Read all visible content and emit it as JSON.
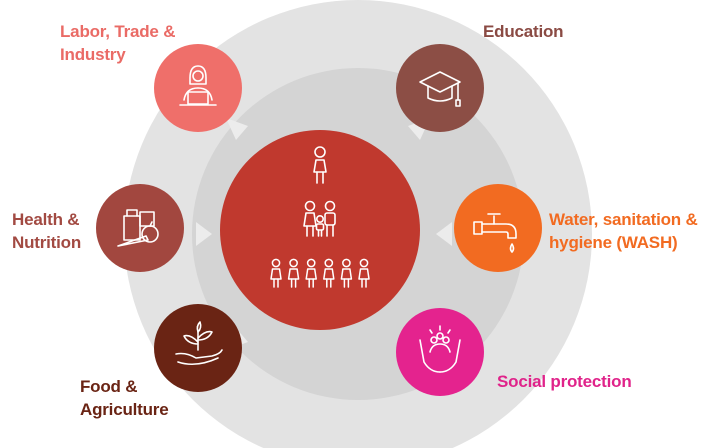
{
  "sectors": {
    "labor": {
      "label": "Labor, Trade &\nIndustry",
      "icon": "person-at-laptop-icon",
      "color": "#ef6f6a",
      "text_color": "#ea6b66"
    },
    "education": {
      "label": "Education",
      "icon": "graduation-cap-icon",
      "color": "#8c4e45",
      "text_color": "#8a4a43"
    },
    "health": {
      "label": "Health &\nNutrition",
      "icon": "food-groceries-icon",
      "color": "#a2473f",
      "text_color": "#a24a42"
    },
    "water": {
      "label": "Water, sanitation &\nhygiene (WASH)",
      "icon": "water-tap-icon",
      "color": "#f26b21",
      "text_color": "#f26b21"
    },
    "food": {
      "label": "Food &\nAgriculture",
      "icon": "seedling-in-hand-icon",
      "color": "#6a2414",
      "text_color": "#6a2414"
    },
    "social": {
      "label": "Social protection",
      "icon": "protective-hands-icon",
      "color": "#e4238e",
      "text_color": "#e0238a"
    }
  },
  "center": {
    "color": "#c0392e",
    "icons": [
      "woman-icon",
      "family-icon",
      "group-of-children-icon"
    ]
  },
  "ring": {
    "outer_color": "#e3e3e3",
    "inner_color": "#d4d4d4",
    "arrow_color": "#ececec"
  }
}
